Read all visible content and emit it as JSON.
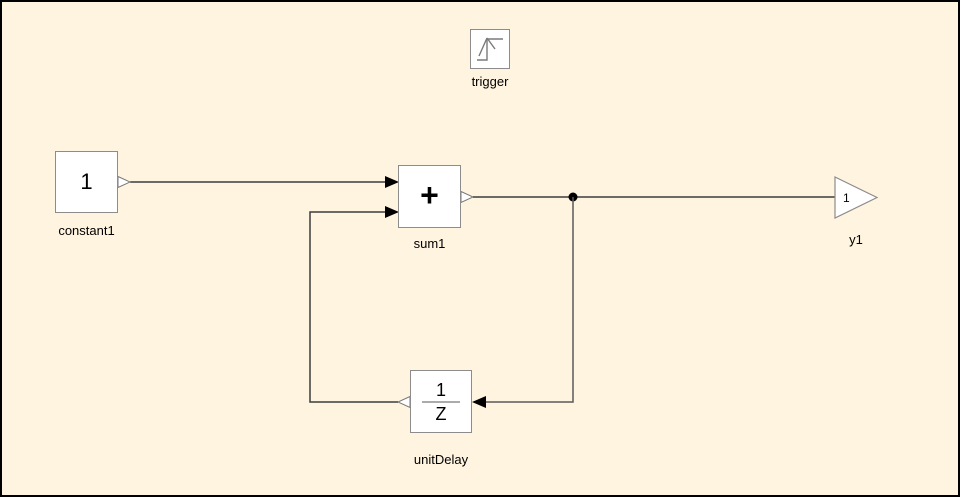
{
  "diagram": {
    "type": "block-diagram",
    "blocks": {
      "trigger": {
        "label": "trigger",
        "icon": "rising-edge-trigger-icon"
      },
      "constant1": {
        "label": "constant1",
        "value": "1"
      },
      "sum1": {
        "label": "sum1",
        "operator": "+"
      },
      "unitDelay": {
        "label": "unitDelay",
        "numerator": "1",
        "denominator": "Z"
      },
      "y1": {
        "label": "y1",
        "port_number": "1"
      }
    },
    "connections": [
      {
        "from": "constant1",
        "to": "sum1.input1"
      },
      {
        "from": "sum1",
        "to": "y1"
      },
      {
        "from": "sum1.output.branch",
        "to": "unitDelay.input"
      },
      {
        "from": "unitDelay",
        "to": "sum1.input2"
      }
    ],
    "colors": {
      "background": "#FFF4DF",
      "outer_border": "#000000",
      "block_fill": "#FFFFFF",
      "block_border": "#8C8C8C",
      "wire": "#3C3C3C",
      "arrowhead": "#000000",
      "text": "#000000",
      "fraction_bar": "#ABABAB"
    }
  }
}
